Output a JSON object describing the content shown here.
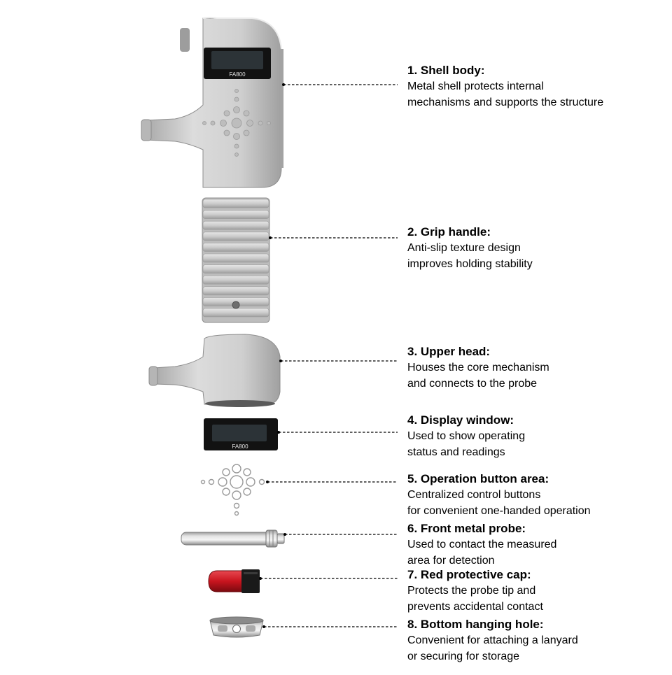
{
  "display": {
    "model_text": "FA800"
  },
  "components": [
    {
      "title": "1. Shell body:",
      "lines": [
        "Metal shell protects internal",
        "mechanisms and supports the structure"
      ]
    },
    {
      "title": "2. Grip handle:",
      "lines": [
        "Anti-slip texture design",
        "improves holding stability"
      ]
    },
    {
      "title": "3. Upper head:",
      "lines": [
        "Houses the core mechanism",
        "and connects to the probe"
      ]
    },
    {
      "title": "4. Display window:",
      "lines": [
        "Used to show operating",
        "status and readings"
      ]
    },
    {
      "title": "5. Operation button area:",
      "lines": [
        "Centralized control buttons",
        "for convenient one-handed operation"
      ]
    },
    {
      "title": "6. Front metal probe:",
      "lines": [
        "Used to contact the measured",
        "area for detection"
      ]
    },
    {
      "title": "7. Red protective cap:",
      "lines": [
        "Protects the probe tip and",
        "prevents accidental contact"
      ]
    },
    {
      "title": "8. Bottom hanging hole:",
      "lines": [
        "Convenient for attaching a lanyard",
        "or securing for storage"
      ]
    }
  ],
  "colors": {
    "metal": "#c8c8c8",
    "metal_dark": "#9a9a9a",
    "screen": "#111111",
    "lcd": "#2c3337",
    "cap_red": "#c8141e",
    "leader": "#000000"
  }
}
